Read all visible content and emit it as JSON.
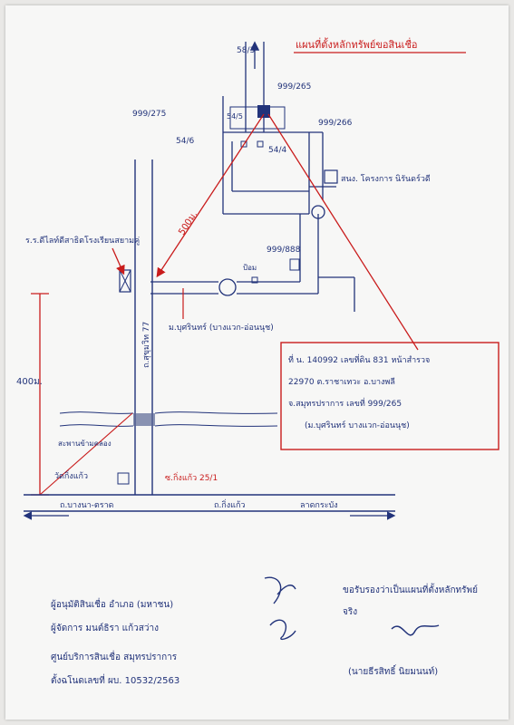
{
  "title": "แผนที่ตั้งหลักทรัพย์ขอสินเชื่อ",
  "colors": {
    "ink": "#22337a",
    "red": "#c91c1c",
    "paper": "#f7f7f6"
  },
  "labels": {
    "top_left_plot": "999/275",
    "top_mid_plot": "58/3",
    "top_right_plot": "999/265",
    "top_far_right_plot": "999/266",
    "left_small_plot": "54/6",
    "right_small_plot": "54/4",
    "left_tiny_plot": "54/5",
    "office_label": "สนง. โครงการ นิรันดร์วดี",
    "school_label": "ร.ร.ดีไลท์ดีสาธิตโรงเรียนสยามคู่",
    "distance_500": "500ม.",
    "plot_888": "999/888",
    "guard_label": "ป้อม",
    "village_label": "ม.บุศรินทร์ (บางแวก-อ่อนนุช)",
    "road_vertical": "ถ.สุขุมวิท 77",
    "distance_400": "400ม.",
    "bridge_label": "สะพานข้ามคลอง",
    "temple_label": "วัดกิ่งแก้ว",
    "soi_label": "ซ.กิ่งแก้ว 25/1",
    "bottom_left_road": "ถ.บางนา-ตราด",
    "bottom_mid_road": "ถ.กิ่งแก้ว",
    "bottom_right_road": "ลาดกระบัง"
  },
  "infobox": {
    "line1": "ที่ น. 140992 เลขที่ดิน 831 หน้าสำรวจ",
    "line2": "22970 ต.ราชาเทวะ อ.บางพลี",
    "line3": "จ.สมุทรปราการ เลขที่ 999/265",
    "line4": "(ม.บุศรินทร์ บางแวก-อ่อนนุช)"
  },
  "footer_left": {
    "line1": "ผู้อนุมัติสินเชื่อ อำเภอ (มหาชน)",
    "line2": "ผู้จัดการ มนต์ธิรา แก้วสว่าง",
    "line3": "ศูนย์บริการสินเชื่อ สมุทรปราการ",
    "line4": "ตั้งฉโนดเลขที่ ผบ. 10532/2563"
  },
  "footer_right": {
    "line1": "ขอรับรองว่าเป็นแผนที่ตั้งหลักทรัพย์",
    "line2": "จริง",
    "line3": "(นายธีรสิทธิ์ นิยมนนท์)"
  }
}
